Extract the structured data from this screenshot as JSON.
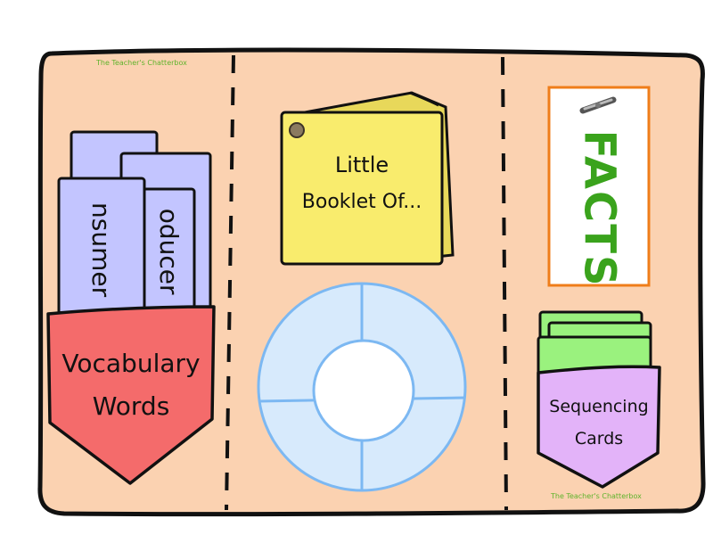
{
  "folder": {
    "watermark_top": "The Teacher's Chatterbox",
    "watermark_bottom": "The Teacher's Chatterbox"
  },
  "vocabulary_pocket": {
    "card_left_word": "nsumer",
    "card_right_word": "oducer",
    "pocket_line1": "Vocabulary",
    "pocket_line2": "Words"
  },
  "booklet": {
    "line1": "Little",
    "line2": "Booklet Of..."
  },
  "facts_tag": {
    "label": "FACTS"
  },
  "sequencing_pocket": {
    "line1": "Sequencing",
    "line2": "Cards"
  },
  "colors": {
    "folder": "#fbd2b1",
    "vocab_cards": "#c3c5ff",
    "vocab_pocket": "#f46b6b",
    "booklet": "#f9ec6d",
    "wheel_fill": "#d7eafc",
    "wheel_stroke": "#7cb8f2",
    "facts_text": "#3aa31c",
    "facts_border": "#ef7d1a",
    "seq_cards": "#9af27e",
    "seq_pocket": "#e3b3f9"
  }
}
